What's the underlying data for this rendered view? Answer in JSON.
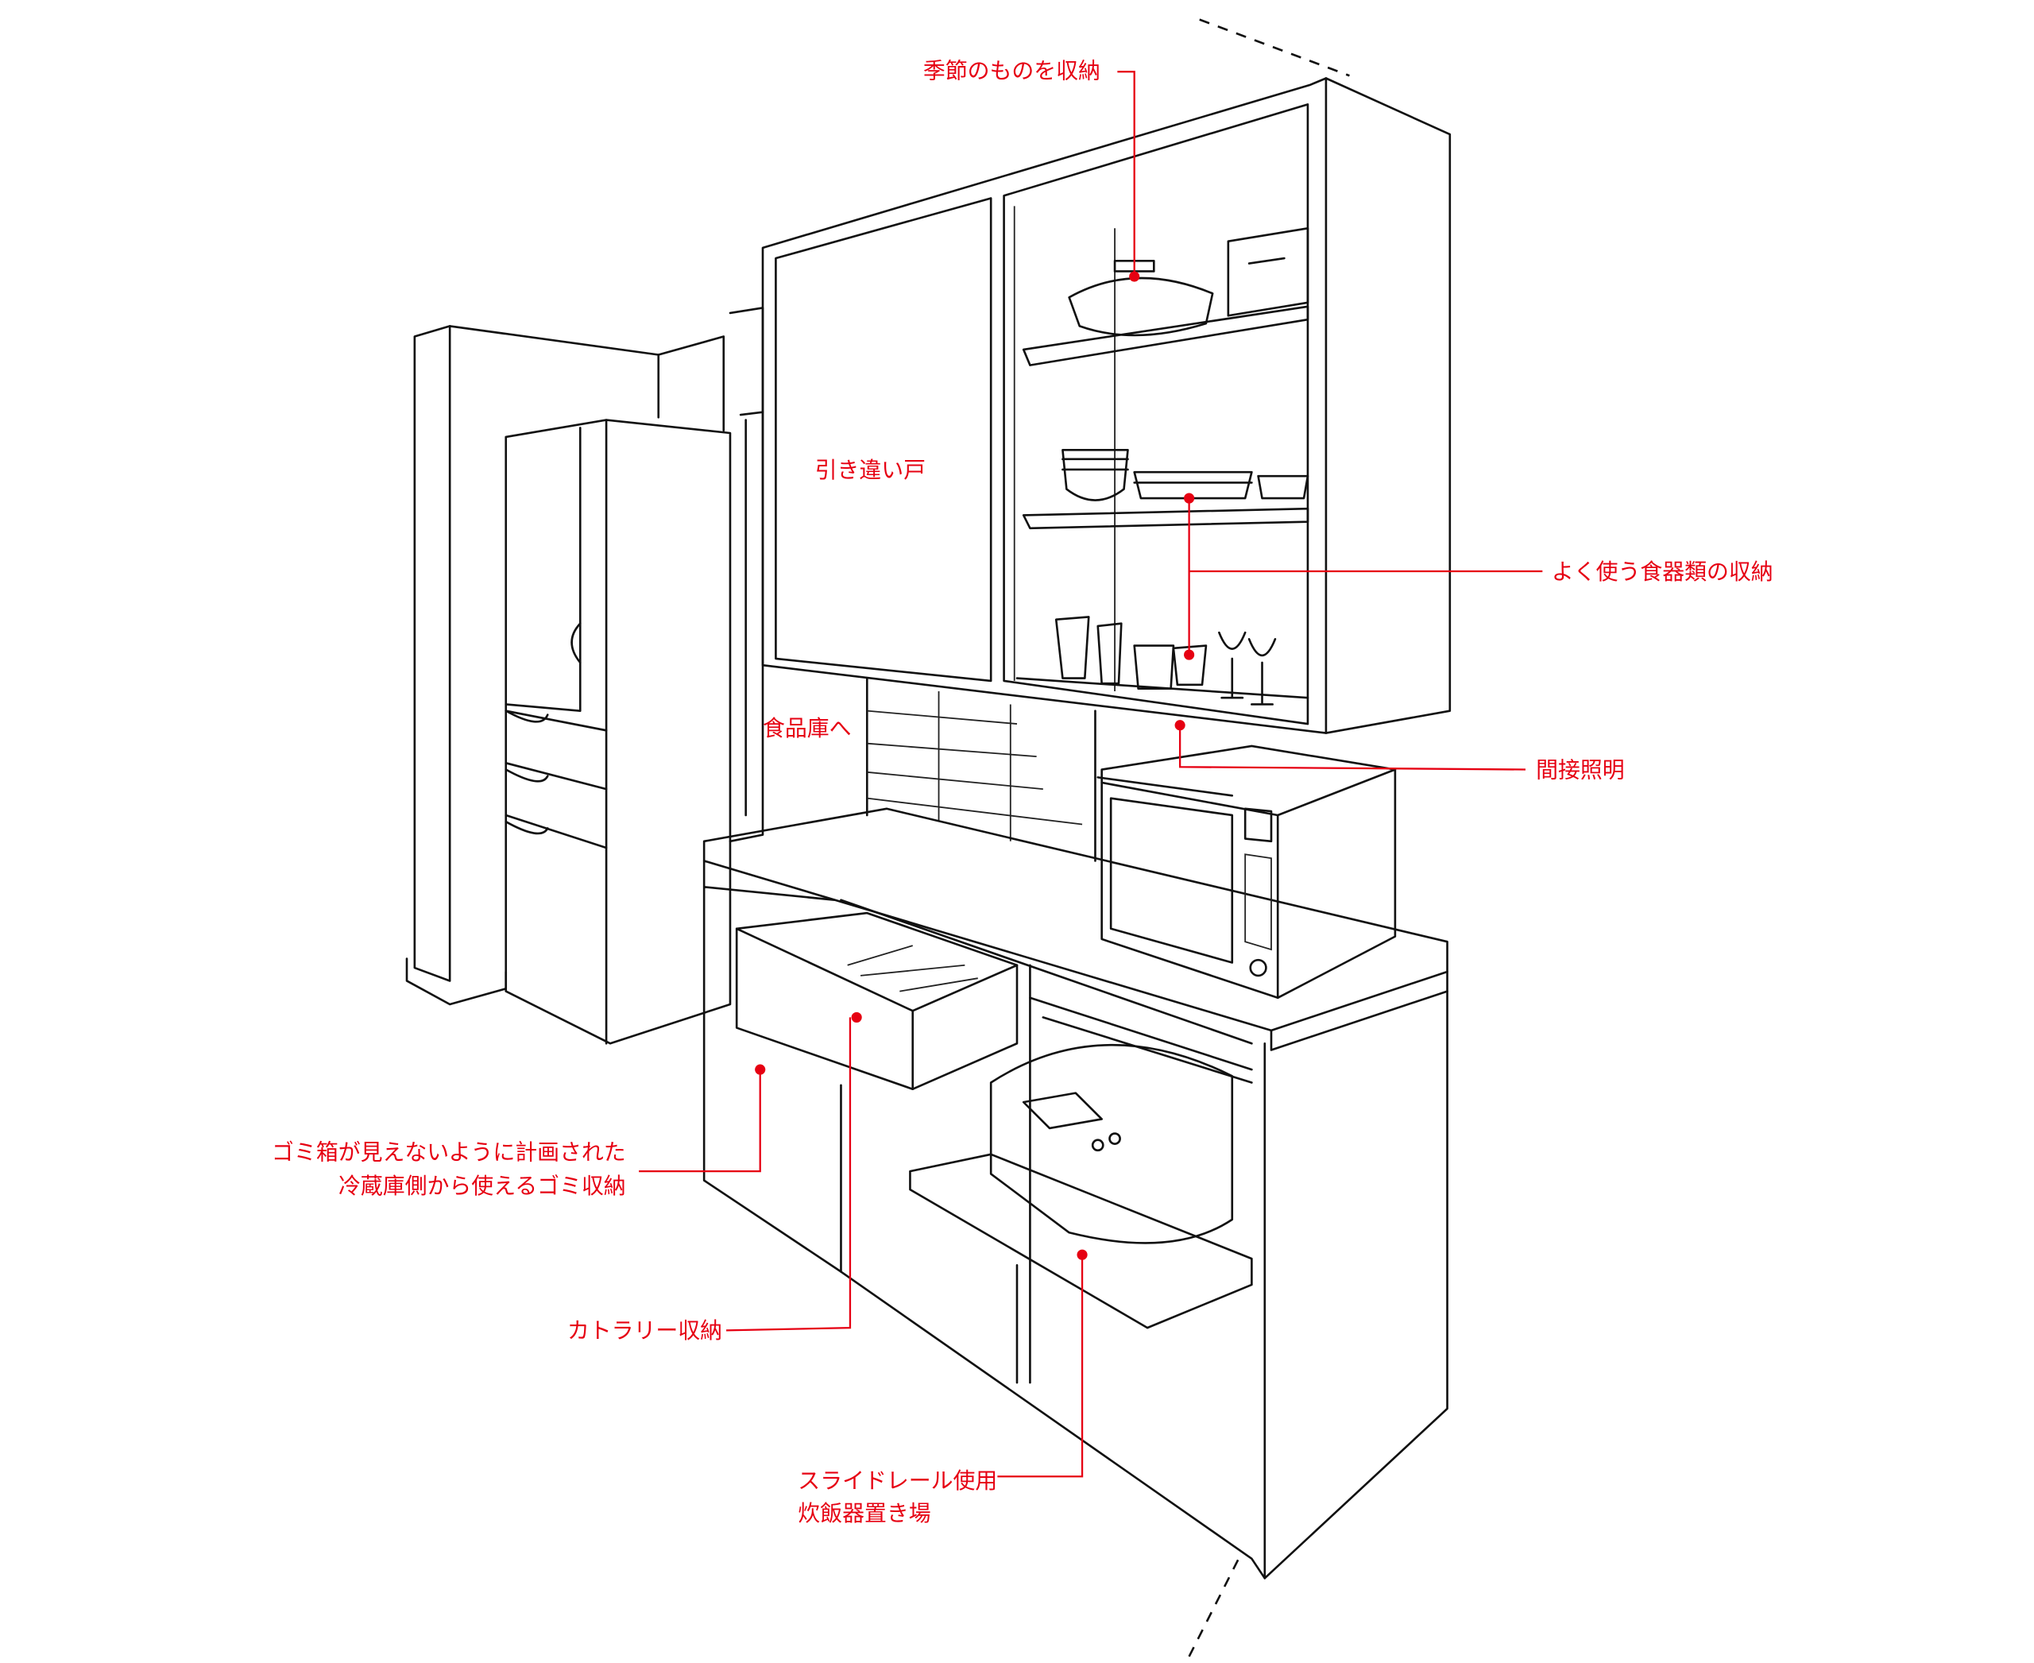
{
  "labels": {
    "seasonal": "季節のものを収納",
    "sliding_door": "引き違い戸",
    "tableware": "よく使う食器類の収納",
    "pantry": "食品庫へ",
    "indirect_light": "間接照明",
    "trash_line1": "ゴミ箱が見えないように計画された",
    "trash_line2": "冷蔵庫側から使えるゴミ収納",
    "cutlery": "カトラリー収納",
    "rice_line1": "スライドレール使用",
    "rice_line2": "炊飯器置き場"
  },
  "colors": {
    "annotation": "#e60012",
    "ink": "#111111"
  }
}
